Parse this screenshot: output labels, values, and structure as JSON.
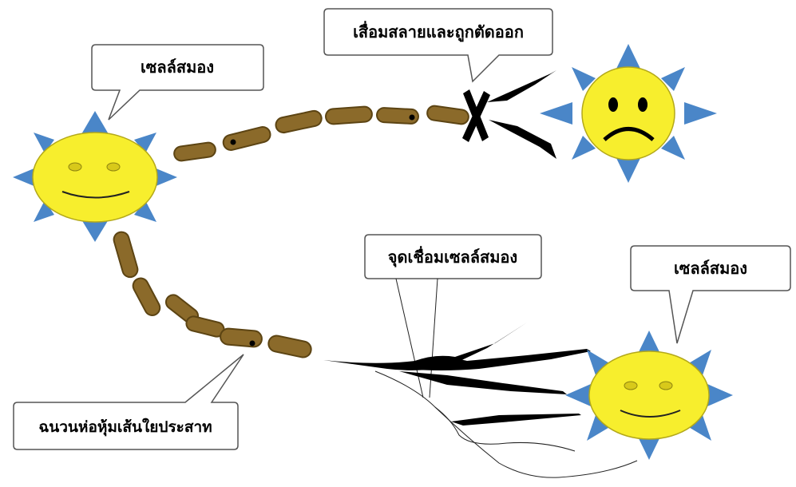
{
  "labels": {
    "neuron_top_left": "เซลล์สมอง",
    "degenerated_cut": "เสื่อมสลายและถูกตัดออก",
    "synapse": "จุดเชื่อมเซลล์สมอง",
    "neuron_bottom_right": "เซลล์สมอง",
    "myelin_sheath": "ฉนวนห่อหุ้มเส้นใยประสาท"
  },
  "colors": {
    "sun_face": "#f7ee2d",
    "sun_ray": "#4a86c8",
    "myelin": "#8b6a2a",
    "myelin_dark": "#5c4413",
    "ink": "#000000"
  },
  "icons": {
    "happy_sun_left": "happy-sun-icon",
    "sad_sun_top_right": "sad-sun-icon",
    "happy_sun_bottom_right": "happy-sun-icon",
    "cut_mark": "x-cut-icon"
  }
}
